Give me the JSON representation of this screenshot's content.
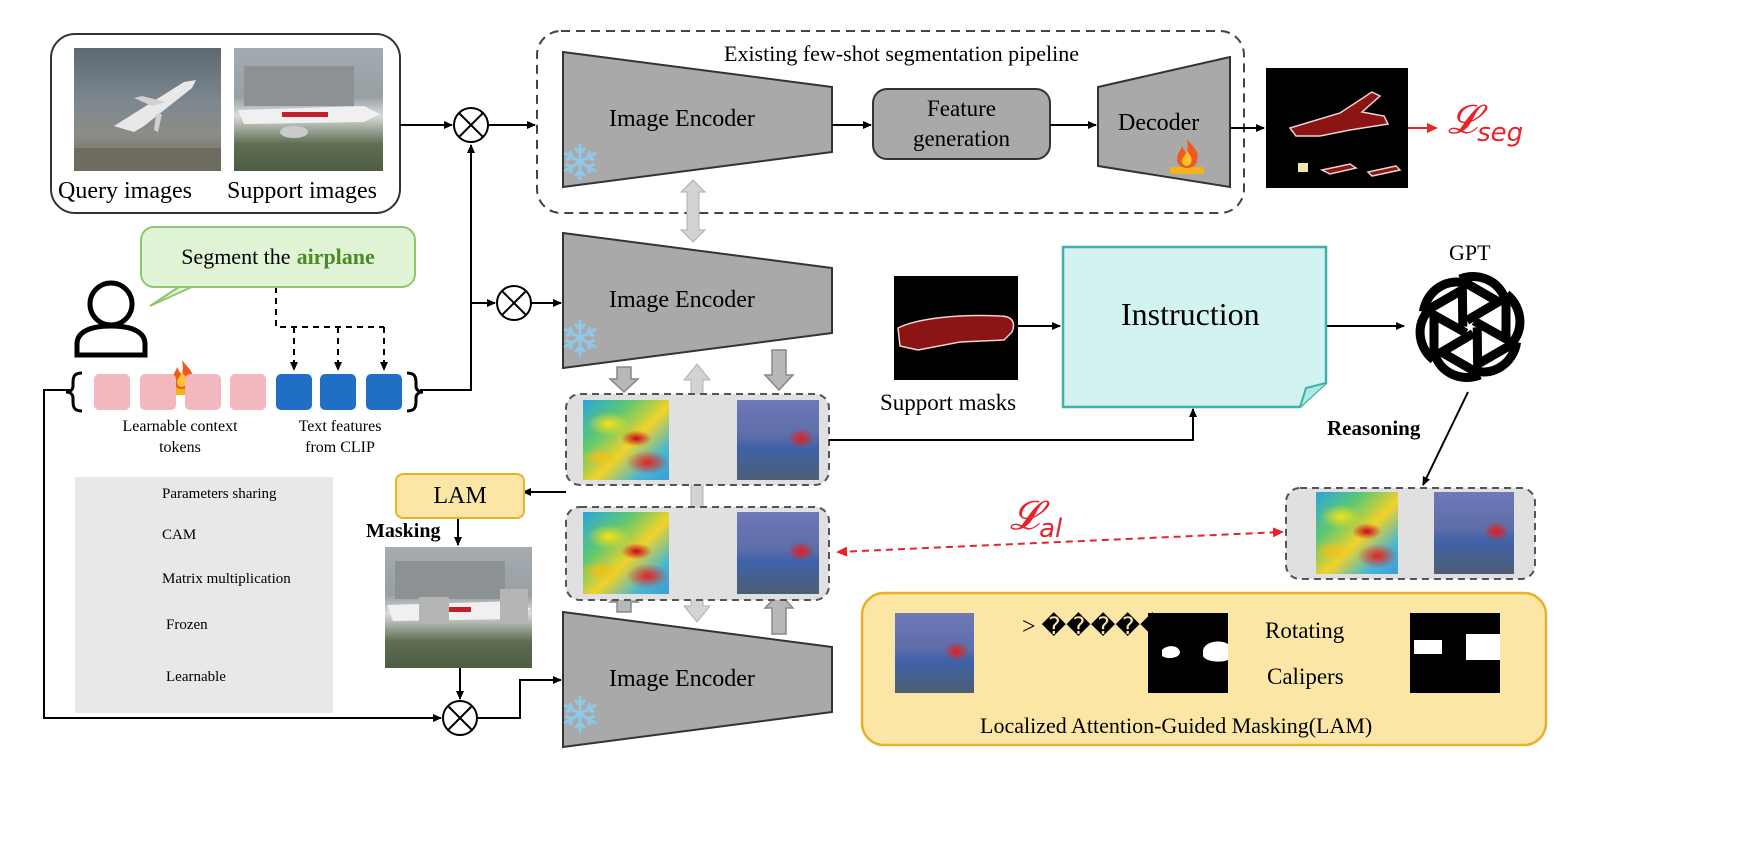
{
  "pipeline": {
    "group_label": "Existing few-shot segmentation pipeline",
    "encoder_label": "Image Encoder",
    "feature_gen_label": "Feature generation",
    "decoder_label": "Decoder",
    "loss_seg_symbol": "𝓛",
    "loss_seg_sub": "seg"
  },
  "inputs": {
    "query_label": "Query images",
    "support_label": "Support images"
  },
  "prompt": {
    "prefix": "Segment the",
    "keyword": "airplane"
  },
  "tokens": {
    "context_label": [
      "Learnable context",
      "tokens"
    ],
    "clip_label": [
      "Text features",
      "from CLIP"
    ]
  },
  "middle": {
    "encoder_label": "Image Encoder",
    "support_masks_label": "Support masks",
    "instruction_label": "Instruction",
    "gpt_label": "GPT",
    "reasoning_label": "Reasoning",
    "loss_al_symbol": "𝓛",
    "loss_al_sub": "al"
  },
  "lower": {
    "lam_label": "LAM",
    "masking_label": "Masking",
    "encoder_label": "Image Encoder"
  },
  "legend": {
    "items": [
      {
        "label": "Parameters sharing",
        "icon": "double-arrow-icon"
      },
      {
        "label": "CAM",
        "icon": "cam-arrow-icon"
      },
      {
        "label": "Matrix multiplication",
        "icon": "otimes-icon"
      },
      {
        "label": "Frozen",
        "icon": "snowflake-icon"
      },
      {
        "label": "Learnable",
        "icon": "fire-icon"
      }
    ]
  },
  "lam_module": {
    "threshold_text": "> �����",
    "rotating_label": "Rotating",
    "calipers_label": "Calipers",
    "title": "Localized Attention-Guided Masking(LAM)"
  },
  "colors": {
    "encoder_fill": "#a9a9a9",
    "instruction_fill": "#d3f3f1",
    "lam_fill": "#fbe6a6",
    "loss_red": "#e8232a",
    "prompt_keyword": "#4b8a2a",
    "clip_token": "#1f6fc5",
    "context_token": "#f3b7bf"
  }
}
